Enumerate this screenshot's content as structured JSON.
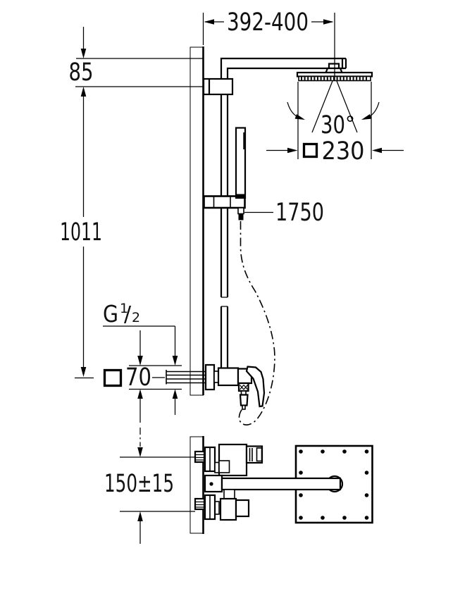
{
  "colors": {
    "line": "#000000",
    "background": "#ffffff",
    "text": "#111111"
  },
  "dimensions": {
    "top_width": "392-400",
    "arm_offset": "85",
    "rail_height": "1011",
    "spray_angle": "30",
    "spray_angle_unit": "°",
    "head_size": "230",
    "hose_length": "1750",
    "thread_g": "G",
    "thread_num": "1",
    "thread_slash": "/",
    "thread_den": "2",
    "supply_size": "70",
    "spout_spacing": "150±15"
  }
}
